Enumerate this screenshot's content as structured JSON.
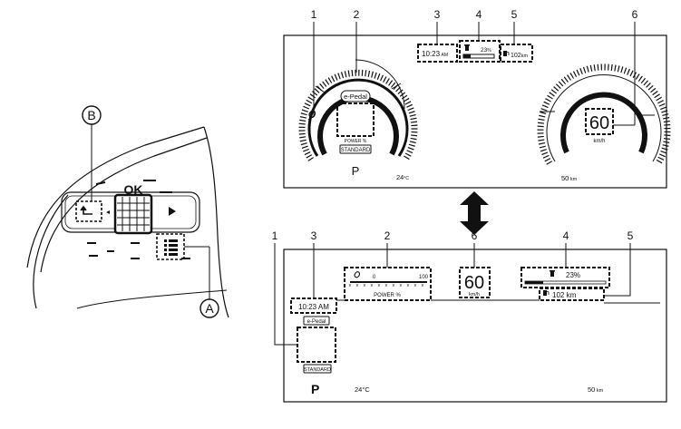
{
  "colors": {
    "ink": "#111111",
    "background": "#ffffff"
  },
  "steering_switch": {
    "ok_label": "OK",
    "callout_b": "B",
    "callout_a": "A",
    "icons": [
      "back-arrow-icon",
      "left-arrow-icon",
      "right-arrow-icon",
      "grid-pad-icon",
      "menu-list-icon"
    ]
  },
  "top_display": {
    "callouts": [
      "1",
      "2",
      "3",
      "4",
      "5",
      "6"
    ],
    "e_pedal": "e-Pedal",
    "power_label": "POWER %",
    "mode_label": "STANDARD",
    "clock": "10:23",
    "clock_suffix": "AM",
    "battery_percent": "23",
    "battery_unit": "%",
    "range_value": "102",
    "range_unit": "km",
    "speed": "60",
    "speed_unit": "km/h",
    "gear": "P",
    "temperature": "24",
    "temperature_unit": "°C",
    "odometer": "50",
    "odometer_unit": "km"
  },
  "bottom_display": {
    "callouts": [
      "1",
      "3",
      "2",
      "6",
      "4",
      "5"
    ],
    "power_min": "0",
    "power_max": "100",
    "power_label": "POWER %",
    "clock": "10:23 AM",
    "e_pedal": "e-Pedal",
    "mode_label": "STANDARD",
    "speed": "60",
    "speed_unit": "km/h",
    "battery_percent": "23%",
    "range": "102 km",
    "gear": "P",
    "temperature": "24°C",
    "odometer": "50",
    "odometer_unit": "km"
  }
}
